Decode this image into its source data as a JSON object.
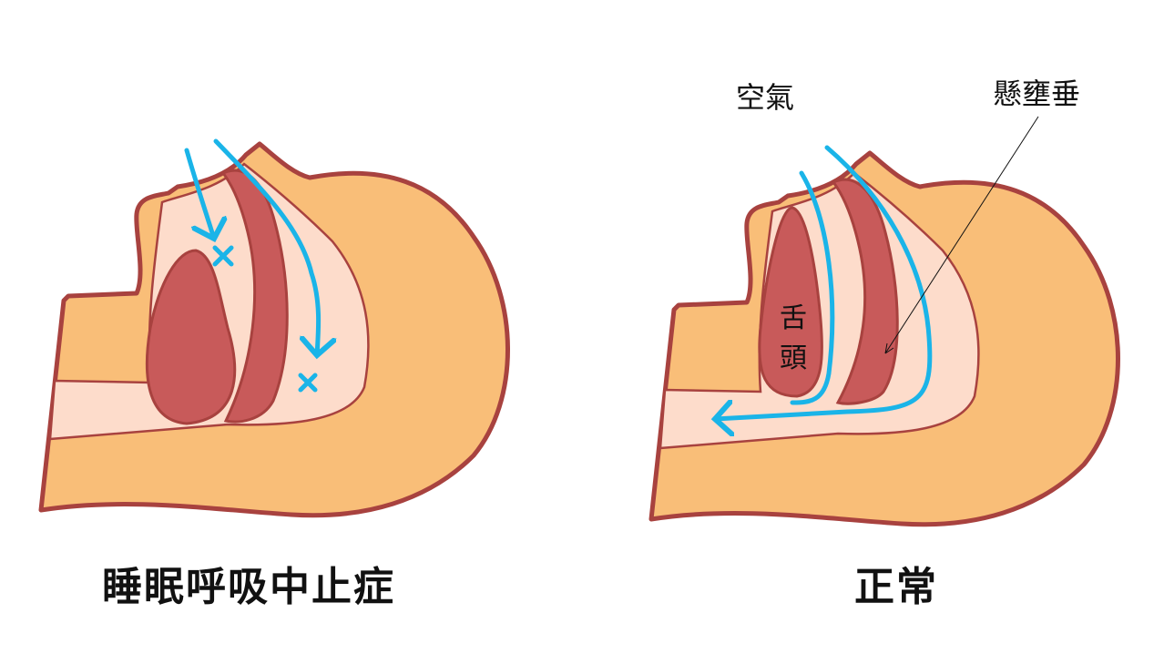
{
  "colors": {
    "skin": "#F9BE78",
    "outline": "#A8423F",
    "airway": "#FDDCCB",
    "tissue": "#C85A5A",
    "air": "#1AB4E8"
  },
  "left": {
    "title": "睡眠呼吸中止症"
  },
  "right": {
    "title": "正常",
    "air_label": "空氣",
    "uvula_label": "懸壅垂",
    "tongue_label_1": "舌",
    "tongue_label_2": "頭"
  }
}
